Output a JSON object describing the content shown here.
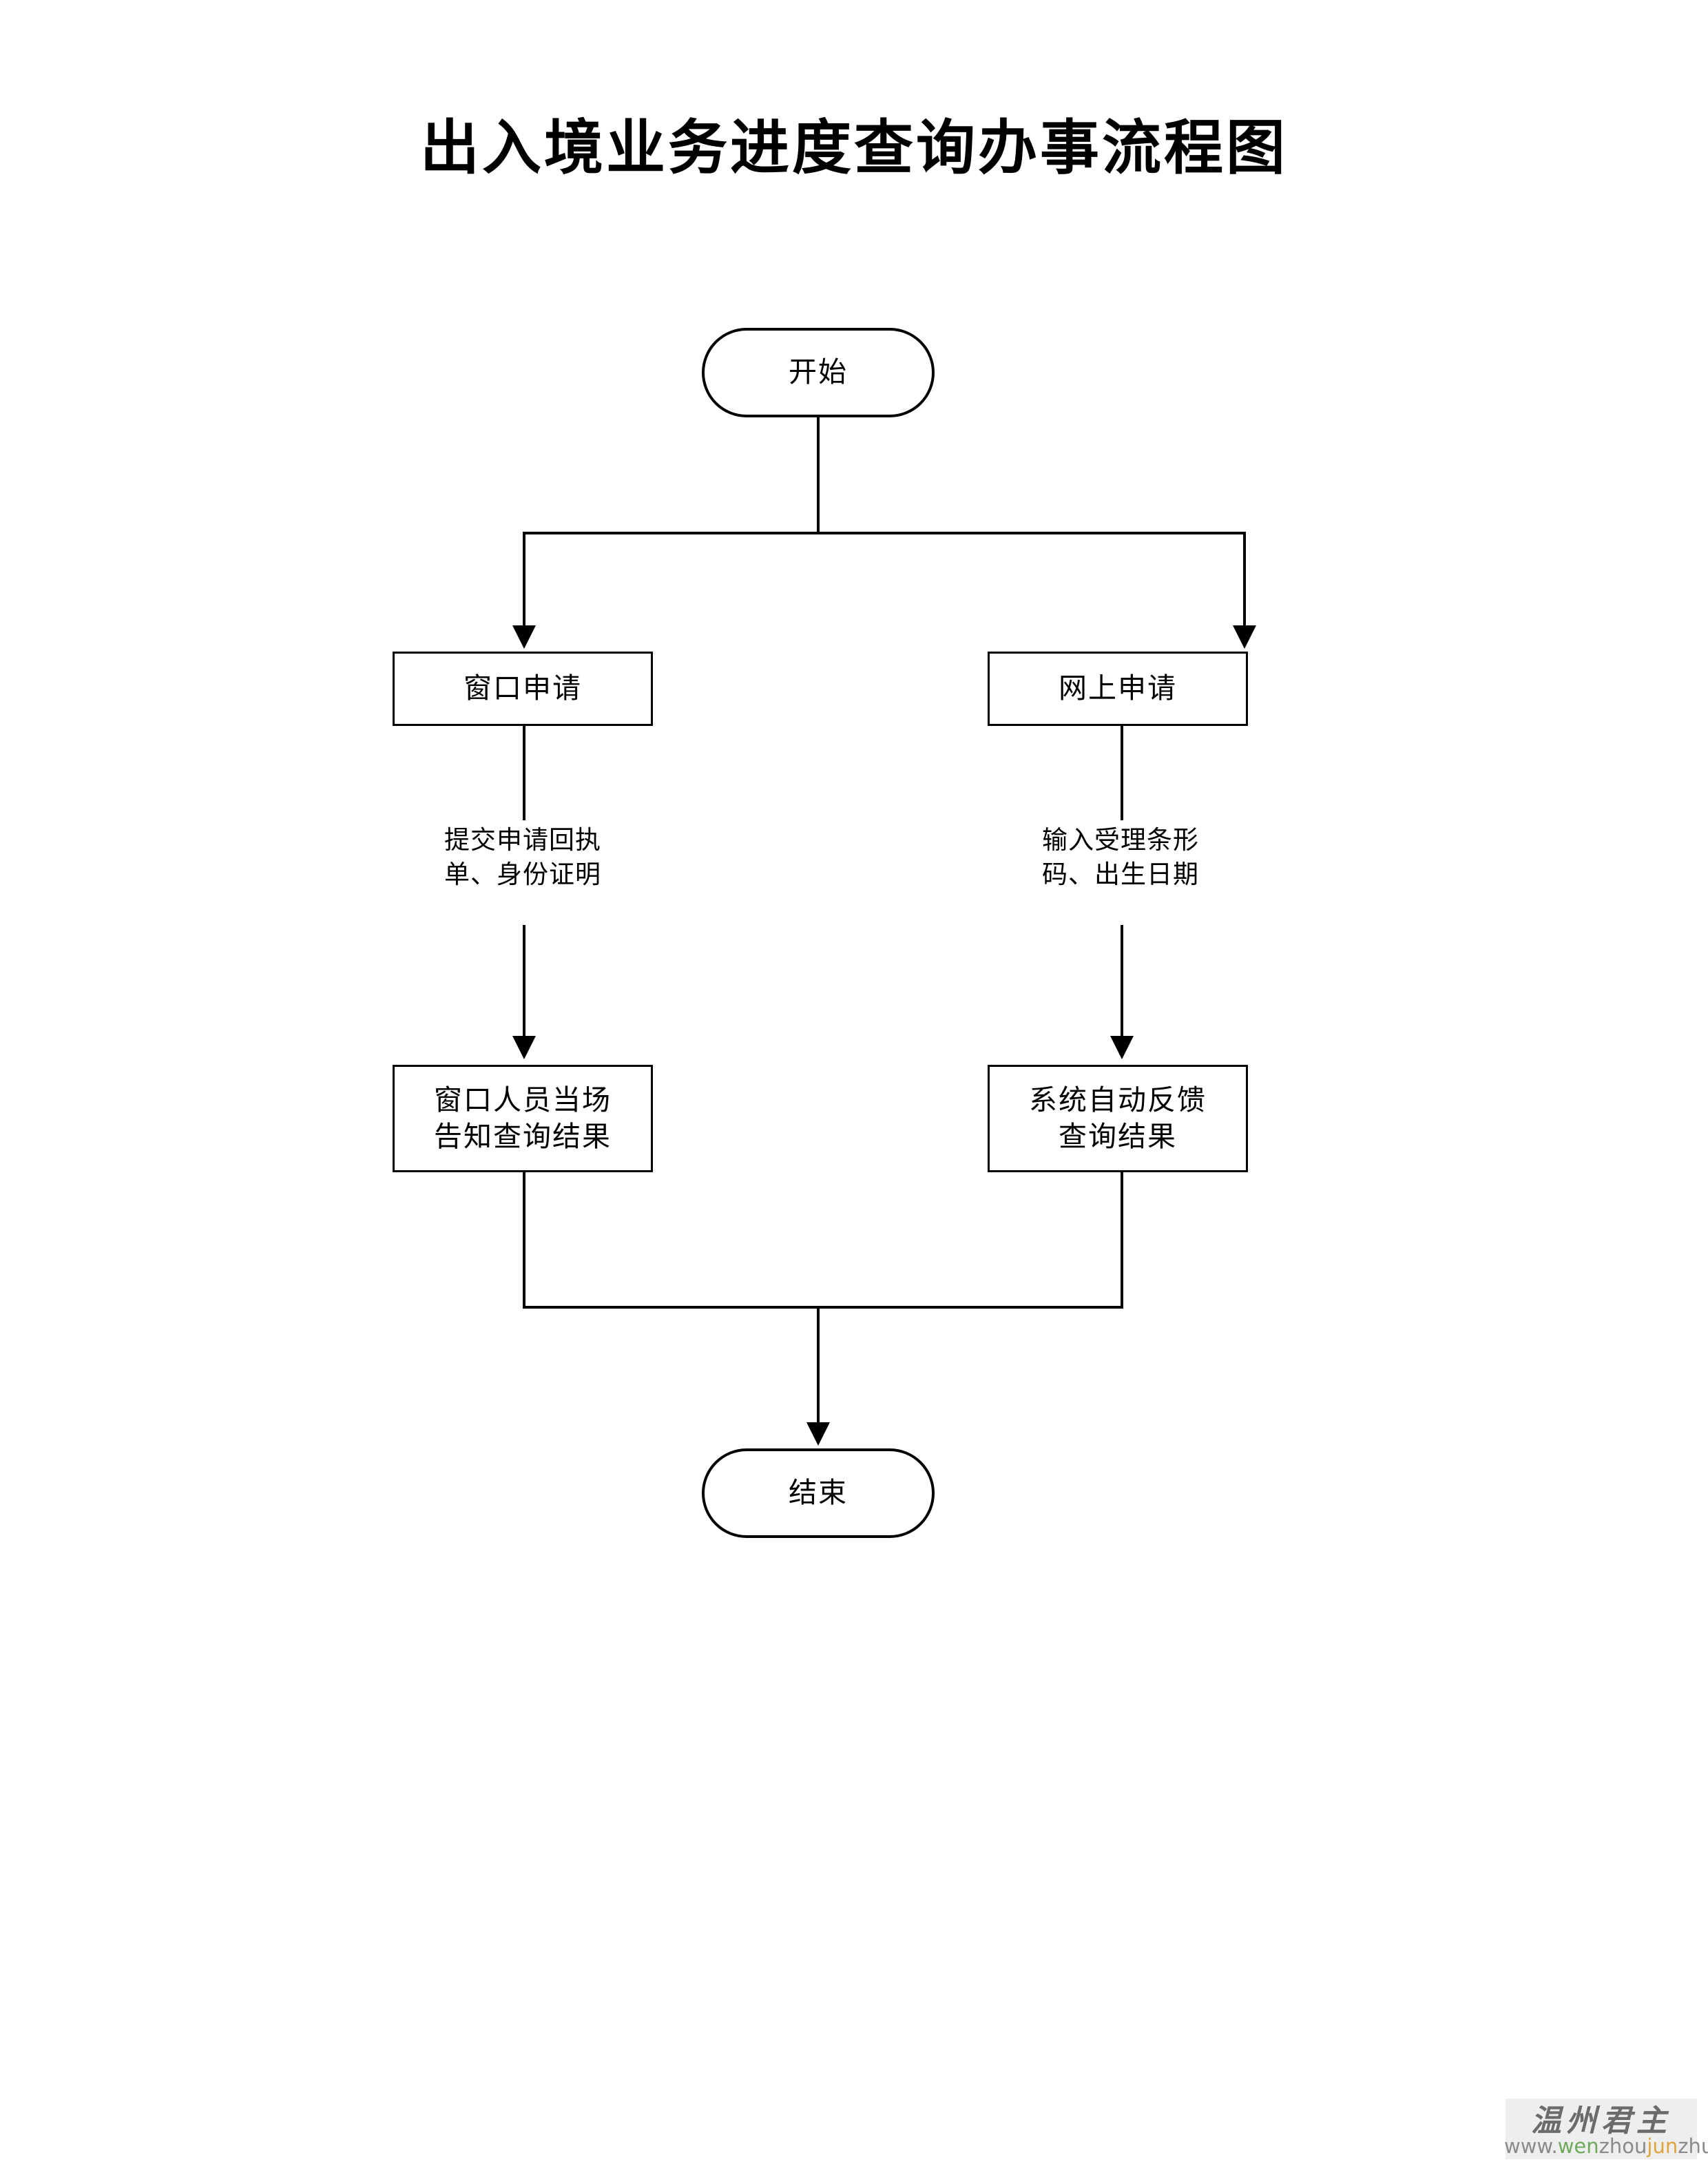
{
  "document": {
    "title": "出入境业务进度查询办事流程图",
    "background_color": "#ffffff",
    "line_color": "#000000"
  },
  "chart_data": {
    "type": "diagram",
    "diagram_kind": "flowchart",
    "title": "出入境业务进度查询办事流程图",
    "orientation": "top-to-bottom",
    "nodes": [
      {
        "id": "start",
        "shape": "terminator",
        "label": "开始"
      },
      {
        "id": "window-apply",
        "shape": "process",
        "label": "窗口申请"
      },
      {
        "id": "online-apply",
        "shape": "process",
        "label": "网上申请"
      },
      {
        "id": "window-result",
        "shape": "process",
        "label": "窗口人员当场\n告知查询结果"
      },
      {
        "id": "system-result",
        "shape": "process",
        "label": "系统自动反馈\n查询结果"
      },
      {
        "id": "end",
        "shape": "terminator",
        "label": "结束"
      }
    ],
    "edges": [
      {
        "from": "start",
        "to": "window-apply",
        "label": ""
      },
      {
        "from": "start",
        "to": "online-apply",
        "label": ""
      },
      {
        "from": "window-apply",
        "to": "window-result",
        "label": "提交申请回执\n单、身份证明"
      },
      {
        "from": "online-apply",
        "to": "system-result",
        "label": "输入受理条形\n码、出生日期"
      },
      {
        "from": "window-result",
        "to": "end",
        "label": ""
      },
      {
        "from": "system-result",
        "to": "end",
        "label": ""
      }
    ]
  },
  "nodes": {
    "start": "开始",
    "window_apply": "窗口申请",
    "online_apply": "网上申请",
    "window_result": "窗口人员当场\n告知查询结果",
    "system_result": "系统自动反馈\n查询结果",
    "end": "结束"
  },
  "edge_labels": {
    "left": "提交申请回执\n单、身份证明",
    "right": "输入受理条形\n码、出生日期"
  },
  "watermark": {
    "brand_cn": "温州君主",
    "url_full": "www.wenzhoujunzhu.com",
    "url_segments": {
      "a": "www.",
      "b": "wen",
      "c": "zhou",
      "d": "jun",
      "e": "zhu.com"
    },
    "brand_color": "#6b6b6b",
    "accent_green": "#6faa5b",
    "accent_orange": "#e0a43c"
  }
}
